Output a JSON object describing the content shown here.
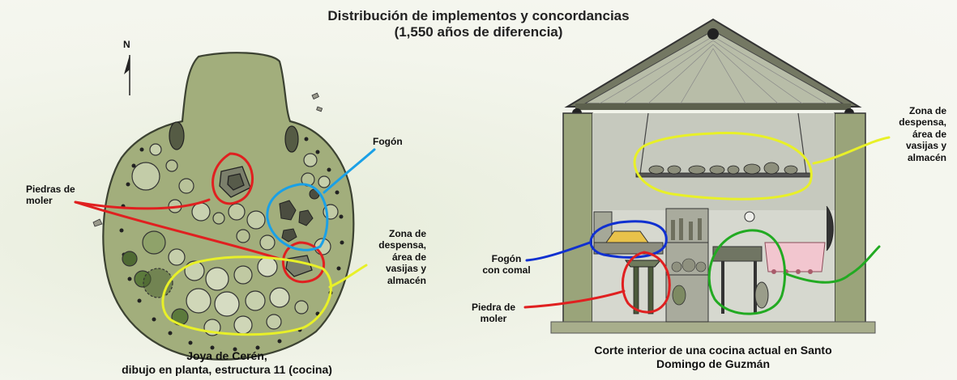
{
  "title": {
    "line1": "Distribución de implementos y concordancias",
    "line2": "(1,550 años de diferencia)"
  },
  "left": {
    "north": "N",
    "label_piedras": [
      "Piedras de",
      "moler"
    ],
    "label_fogon": "Fogón",
    "label_zona": [
      "Zona de",
      "despensa,",
      "área de",
      "vasijas y",
      "almacén"
    ],
    "caption": [
      "Joya de Cerén,",
      "dibujo en planta, estructura 11 (cocina)"
    ]
  },
  "right": {
    "label_zona": [
      "Zona de",
      "despensa,",
      "área de",
      "vasijas y",
      "almacén"
    ],
    "label_fogon": [
      "Fogón",
      "con comal"
    ],
    "label_piedra": [
      "Piedra de",
      "moler"
    ],
    "caption": [
      "Corte interior de una cocina actual en Santo",
      "Domingo de Guzmán"
    ]
  },
  "colors": {
    "red": "#e02020",
    "blue": "#1aa0e6",
    "dark_blue": "#1030d0",
    "yellow": "#e8f028",
    "green": "#22aa22",
    "ground": "#9aa47a"
  }
}
